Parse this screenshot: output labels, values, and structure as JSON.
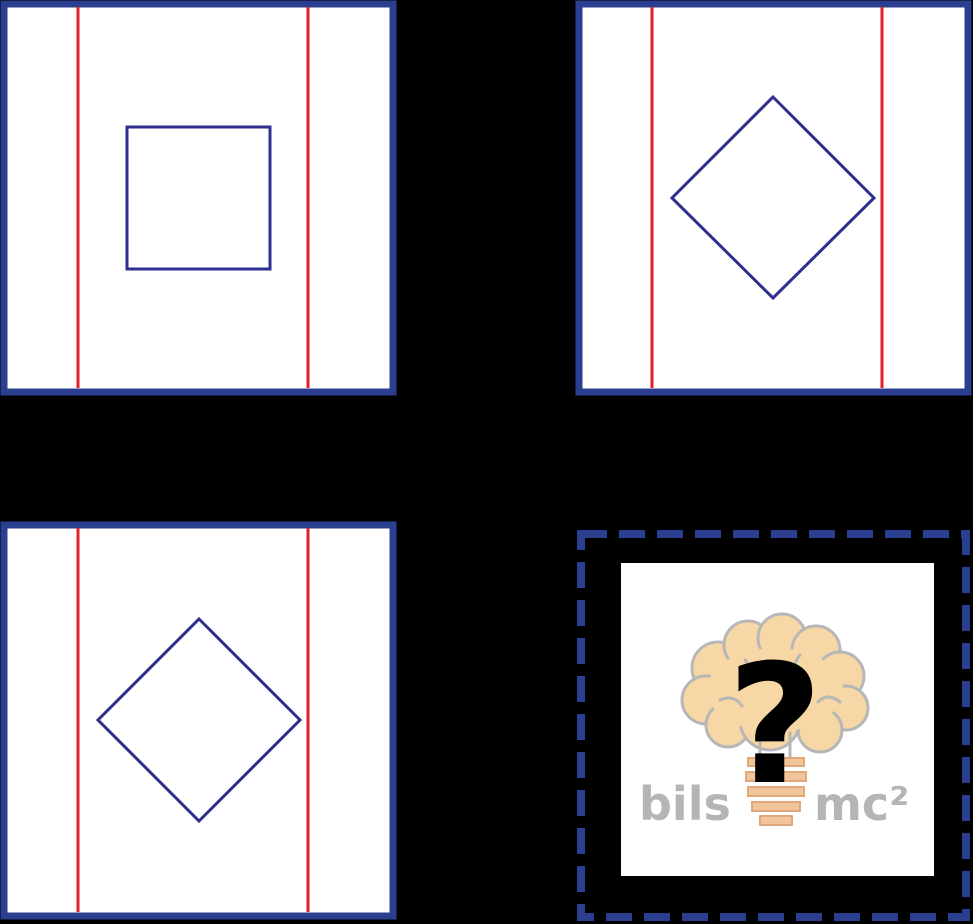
{
  "colors": {
    "background": "#000000",
    "panel_fill": "#ffffff",
    "panel_border": "#2b3f91",
    "red_line": "#e3202a",
    "shape_stroke": "#2f2f8f",
    "logo_brain": "#f8d7a6",
    "logo_outline": "#b7b7b7",
    "logo_text": "#b5b5b5",
    "qmark": "#000000"
  },
  "panels": [
    {
      "id": "top-left",
      "shape": "square"
    },
    {
      "id": "top-right",
      "shape": "diamond"
    },
    {
      "id": "bottom-left",
      "shape": "diamond"
    },
    {
      "id": "answer",
      "shape": "unknown"
    }
  ],
  "answer": {
    "question_mark": "?",
    "logo_left": "bils",
    "logo_right": "mc²"
  }
}
